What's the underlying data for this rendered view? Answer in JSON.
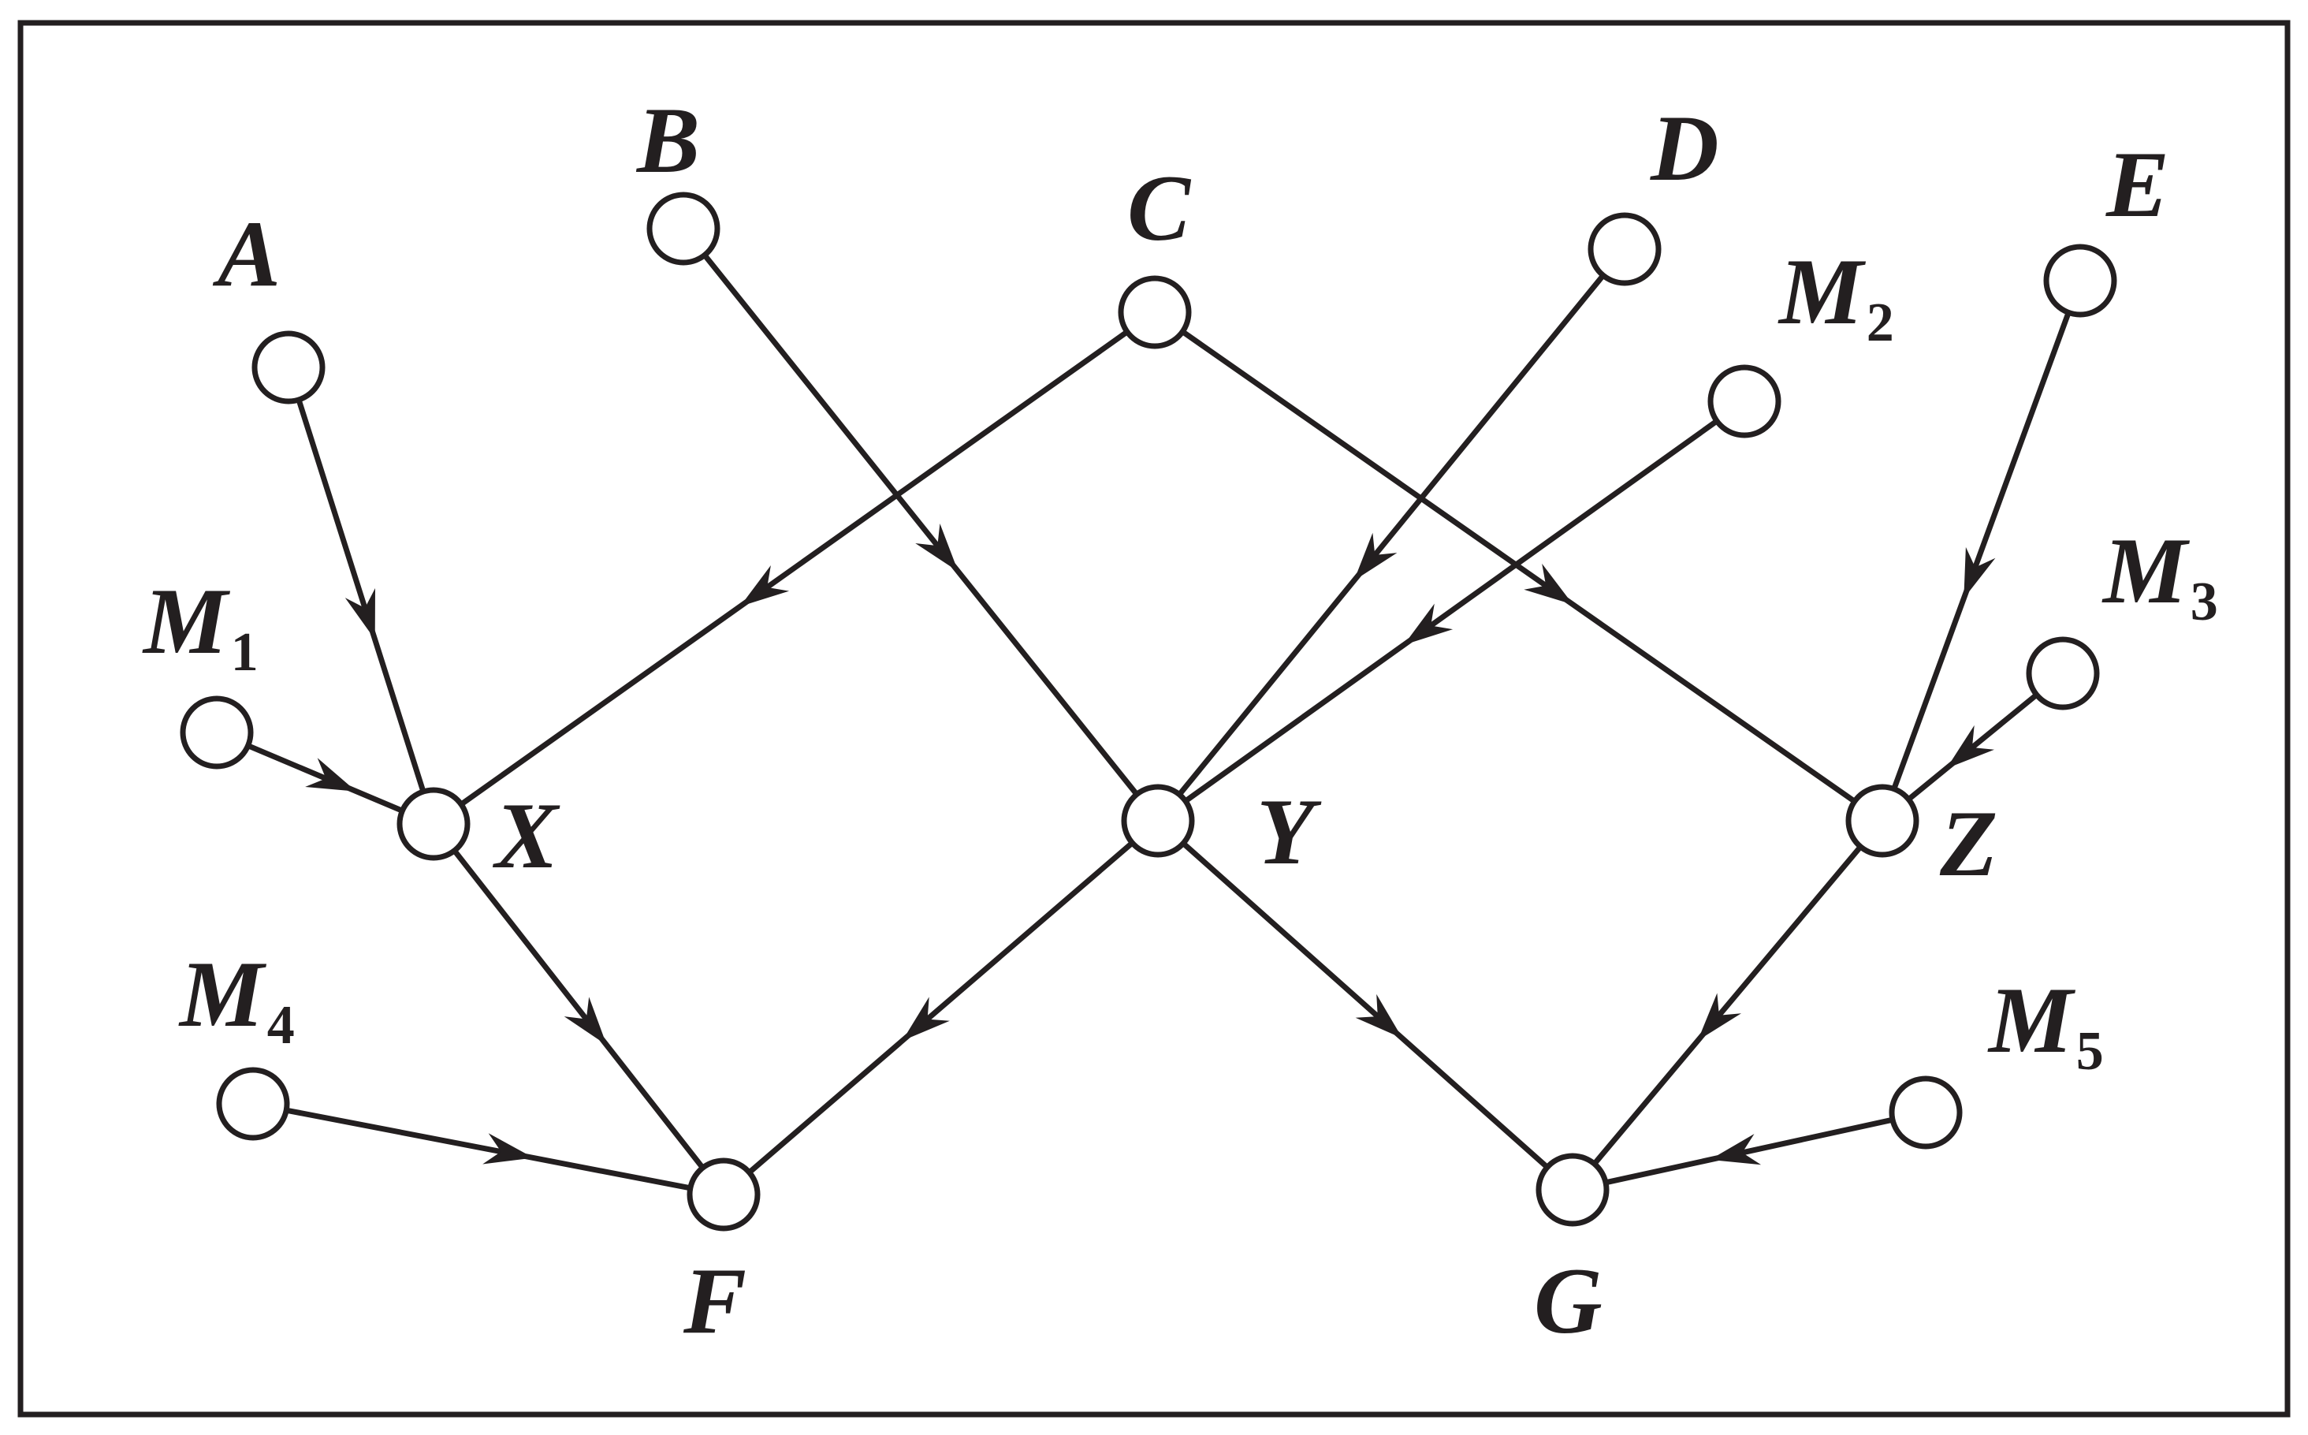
{
  "diagram": {
    "nodes": [
      {
        "id": "A",
        "name": "A",
        "sub": ""
      },
      {
        "id": "B",
        "name": "B",
        "sub": ""
      },
      {
        "id": "C",
        "name": "C",
        "sub": ""
      },
      {
        "id": "D",
        "name": "D",
        "sub": ""
      },
      {
        "id": "E",
        "name": "E",
        "sub": ""
      },
      {
        "id": "M1",
        "name": "M",
        "sub": "1"
      },
      {
        "id": "M2",
        "name": "M",
        "sub": "2"
      },
      {
        "id": "M3",
        "name": "M",
        "sub": "3"
      },
      {
        "id": "M4",
        "name": "M",
        "sub": "4"
      },
      {
        "id": "M5",
        "name": "M",
        "sub": "5"
      },
      {
        "id": "X",
        "name": "X",
        "sub": ""
      },
      {
        "id": "Y",
        "name": "Y",
        "sub": ""
      },
      {
        "id": "Z",
        "name": "Z",
        "sub": ""
      },
      {
        "id": "F",
        "name": "F",
        "sub": ""
      },
      {
        "id": "G",
        "name": "G",
        "sub": ""
      }
    ],
    "edges": [
      {
        "from": "A",
        "to": "X"
      },
      {
        "from": "M1",
        "to": "X"
      },
      {
        "from": "C",
        "to": "X"
      },
      {
        "from": "B",
        "to": "Y"
      },
      {
        "from": "D",
        "to": "Y"
      },
      {
        "from": "M2",
        "to": "Y"
      },
      {
        "from": "C",
        "to": "Z"
      },
      {
        "from": "E",
        "to": "Z"
      },
      {
        "from": "M3",
        "to": "Z"
      },
      {
        "from": "X",
        "to": "F"
      },
      {
        "from": "Y",
        "to": "F"
      },
      {
        "from": "M4",
        "to": "F"
      },
      {
        "from": "Y",
        "to": "G"
      },
      {
        "from": "Z",
        "to": "G"
      },
      {
        "from": "M5",
        "to": "G"
      }
    ]
  }
}
